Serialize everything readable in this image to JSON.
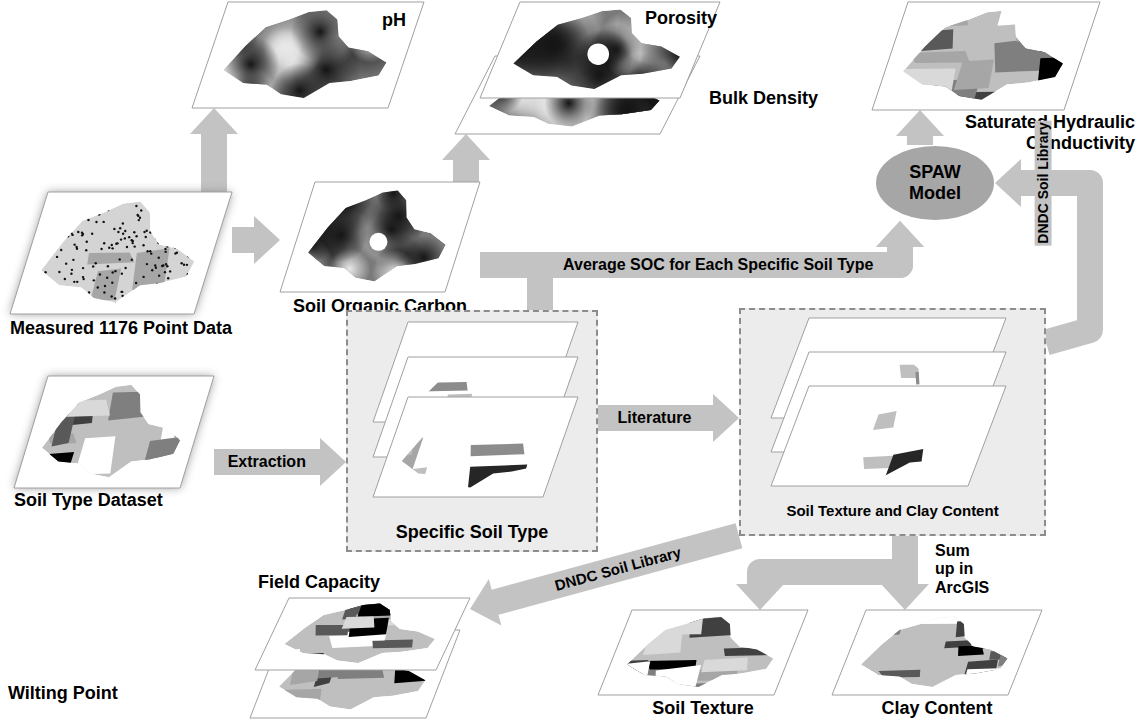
{
  "diagram": {
    "nodes": [
      {
        "text": [
          "pH"
        ]
      },
      {
        "text": [
          "Porosity"
        ]
      },
      {
        "text": [
          "Bulk Density"
        ]
      },
      {
        "text": [
          "Saturated Hydraulic Conductivity"
        ]
      },
      {
        "text": [
          "Measured 1176 Point Data"
        ]
      },
      {
        "text": [
          "Soil Organic Carbon"
        ]
      },
      {
        "text": [
          "SPAW Model"
        ]
      },
      {
        "text": [
          "Soil Type Dataset"
        ]
      },
      {
        "text": [
          "Specific Soil Type"
        ]
      },
      {
        "text": [
          "Soil Texture and Clay Content"
        ]
      },
      {
        "text": [
          "Field Capacity"
        ]
      },
      {
        "text": [
          "Wilting Point"
        ]
      },
      {
        "text": [
          "Soil Texture"
        ]
      },
      {
        "text": [
          "Clay Content"
        ]
      }
    ],
    "edges": [
      {
        "from": 4,
        "to": 0,
        "arrow": "to"
      },
      {
        "from": 4,
        "to": 5,
        "arrow": "to"
      },
      {
        "from": 5,
        "to": 2,
        "arrow": "to"
      },
      {
        "from": 5,
        "to": 6,
        "arrow": "to"
      },
      {
        "from": 8,
        "to": 6,
        "label": "Average SOC for Each Specific Soil Type",
        "arrow": "to"
      },
      {
        "from": 6,
        "to": 3,
        "arrow": "to"
      },
      {
        "from": 7,
        "to": 8,
        "label": "Extraction",
        "arrow": "to"
      },
      {
        "from": 8,
        "to": 9,
        "label": "Literature",
        "arrow": "to"
      },
      {
        "from": 9,
        "to": 6,
        "label": "DNDC Soil Library",
        "arrow": "to"
      },
      {
        "from": 9,
        "to": 10,
        "label": "DNDC Soil Library",
        "arrow": "to"
      },
      {
        "from": 9,
        "to": 12,
        "label": "Sum up in ArcGIS",
        "arrow": "to"
      },
      {
        "from": 9,
        "to": 13,
        "arrow": "to"
      }
    ]
  }
}
